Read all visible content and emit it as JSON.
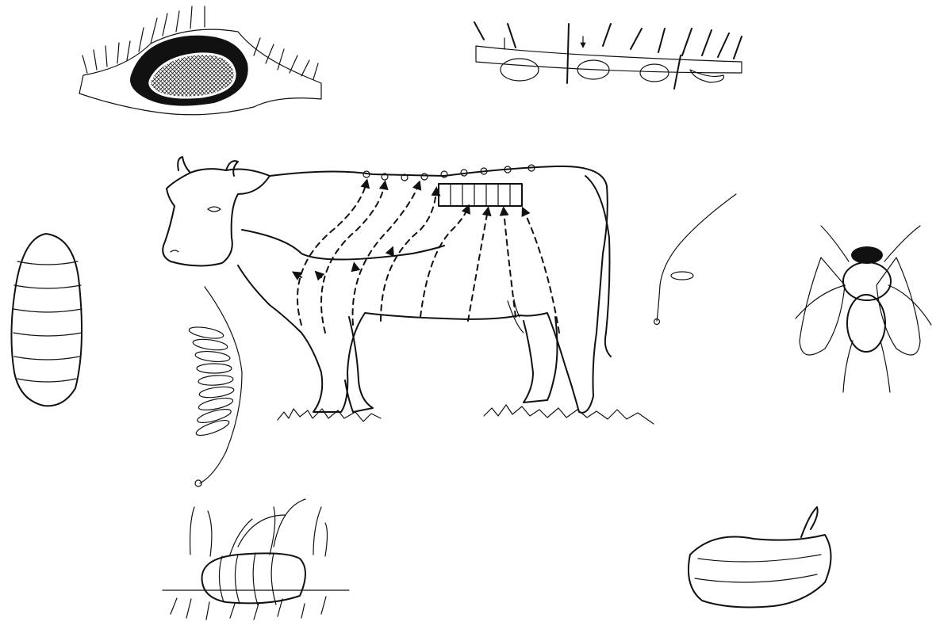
{
  "illustration": {
    "subject": "",
    "colors": {
      "ink": "#111111",
      "background": "#ffffff",
      "stipple": "#555555"
    },
    "figures": [
      {
        "id": "warble-cyst",
        "icon": "warble-cyst-icon"
      },
      {
        "id": "eggs-on-hair",
        "icon": "eggs-on-hair-icon"
      },
      {
        "id": "cow",
        "icon": "cow-icon"
      },
      {
        "id": "larva-left",
        "icon": "larva-icon"
      },
      {
        "id": "egg-row-on-hair",
        "icon": "egg-row-icon"
      },
      {
        "id": "single-egg-on-hair",
        "icon": "single-egg-icon"
      },
      {
        "id": "adult-fly",
        "icon": "fly-icon"
      },
      {
        "id": "larva-in-grass",
        "icon": "larva-grass-icon"
      },
      {
        "id": "pupa",
        "icon": "pupa-icon"
      }
    ]
  }
}
